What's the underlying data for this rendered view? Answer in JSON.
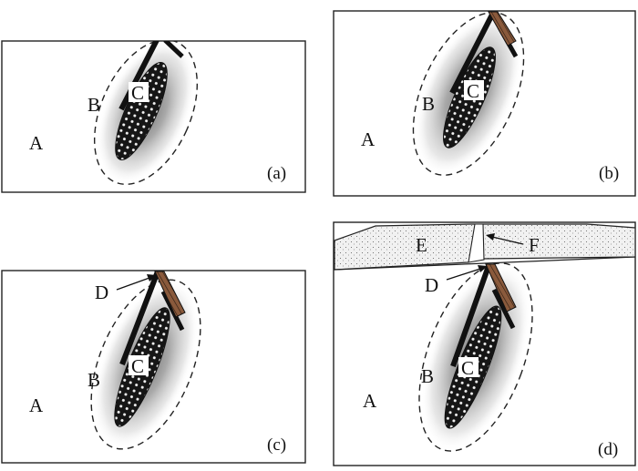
{
  "panels": [
    {
      "id": "a",
      "tag": "(a)",
      "labels": {
        "A": "A",
        "B": "B",
        "C": "C"
      }
    },
    {
      "id": "b",
      "tag": "(b)",
      "labels": {
        "A": "A",
        "B": "B",
        "C": "C"
      }
    },
    {
      "id": "c",
      "tag": "(c)",
      "labels": {
        "A": "A",
        "B": "B",
        "C": "C",
        "D": "D"
      }
    },
    {
      "id": "d",
      "tag": "(d)",
      "labels": {
        "A": "A",
        "B": "B",
        "C": "C",
        "D": "D",
        "E": "E",
        "F": "F"
      }
    }
  ],
  "colors": {
    "frame": "#222222",
    "core": "#1a1a1a",
    "halo": "#9a9a9a",
    "vein_fill": "#8a5a3c",
    "cover_fill": "#efefef"
  }
}
